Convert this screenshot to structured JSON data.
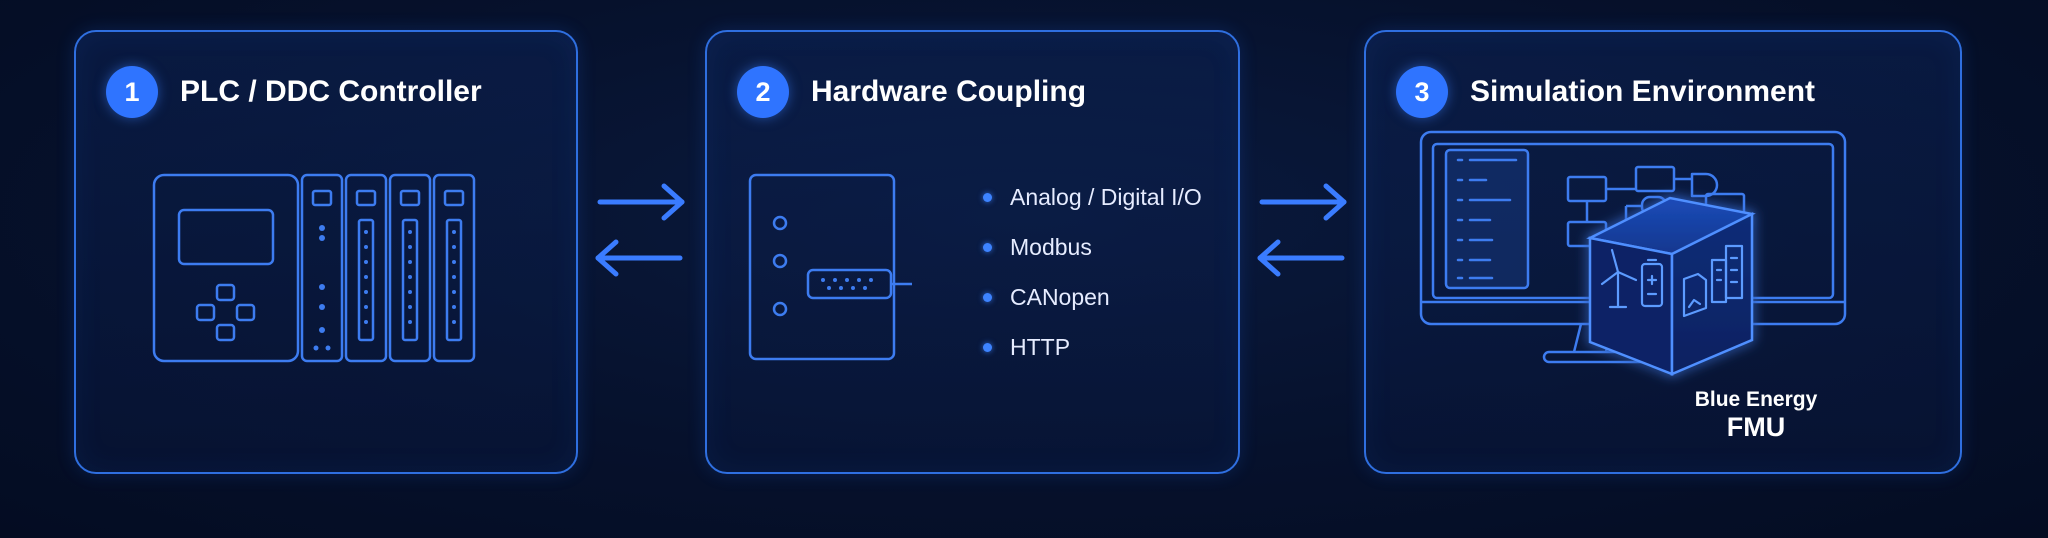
{
  "panels": [
    {
      "number": "1",
      "title": "PLC / DDC Controller"
    },
    {
      "number": "2",
      "title": "Hardware Coupling"
    },
    {
      "number": "3",
      "title": "Simulation Environment"
    }
  ],
  "interfaces": [
    "Analog / Digital I/O",
    "Modbus",
    "CANopen",
    "HTTP"
  ],
  "fmu": {
    "line1": "Blue Energy",
    "line2": "FMU"
  },
  "icons": {
    "arrows": "bidirectional-arrow-icon",
    "controller": "plc-controller-icon",
    "coupling": "hardware-coupling-box-icon",
    "monitor": "monitor-icon",
    "fmu": "fmu-cube-icon"
  },
  "colors": {
    "accent": "#2f74ff",
    "line": "#3d7cf0",
    "background": "#06112c"
  }
}
